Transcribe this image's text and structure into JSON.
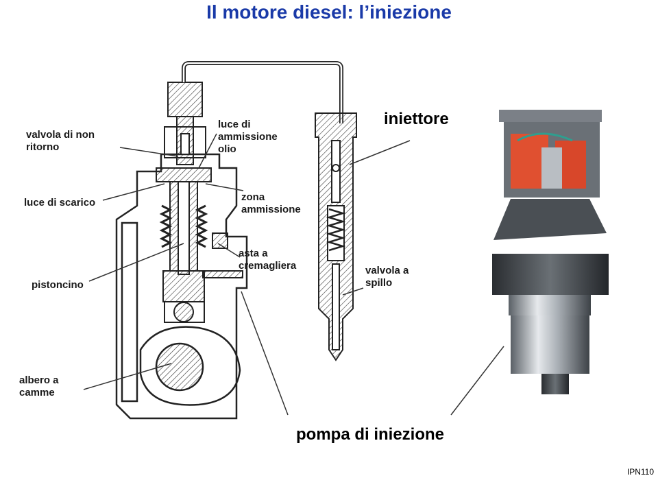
{
  "title": "Il motore diesel: l’iniezione",
  "labels": {
    "valvola_non_ritorno": [
      "valvola di non",
      "ritorno"
    ],
    "luce_ammissione_olio": [
      "luce di",
      "ammissione",
      "olio"
    ],
    "iniettore": "iniettore",
    "luce_scarico": "luce di scarico",
    "zona_ammissione": [
      "zona",
      "ammissione"
    ],
    "asta_cremagliera": [
      "asta a",
      "cremagliera"
    ],
    "pistoncino": "pistoncino",
    "valvola_spillo": [
      "valvola a",
      "spillo"
    ],
    "albero_camme": [
      "albero a",
      "camme"
    ],
    "pompa_iniezione": "pompa di iniezione"
  },
  "footer": "IPN110"
}
